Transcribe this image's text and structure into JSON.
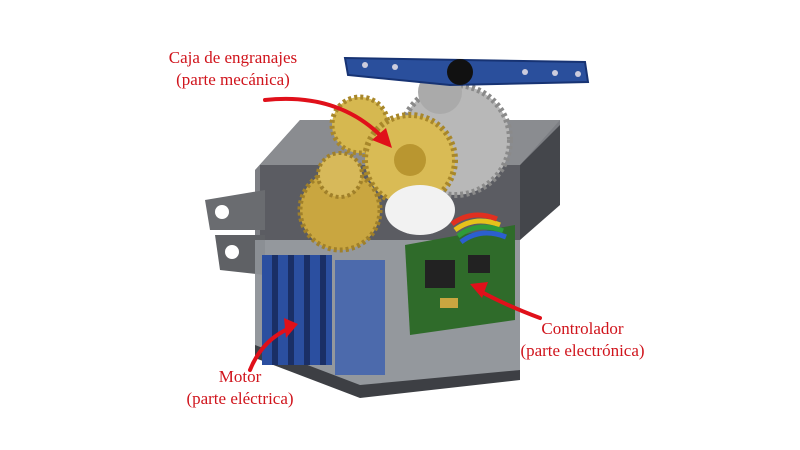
{
  "labels": {
    "gearbox": {
      "title": "Caja de engranajes",
      "subtitle": "(parte mecánica)"
    },
    "controller": {
      "title": "Controlador",
      "subtitle": "(parte electrónica)"
    },
    "motor": {
      "title": "Motor",
      "subtitle": "(parte eléctrica)"
    }
  },
  "colors": {
    "label": "#d0141c",
    "arrow": "#e0101a",
    "horn": "#2a4f9c",
    "gear": "#c9a640",
    "pcb": "#2f6b2a",
    "motor": "#2b4fa0"
  }
}
